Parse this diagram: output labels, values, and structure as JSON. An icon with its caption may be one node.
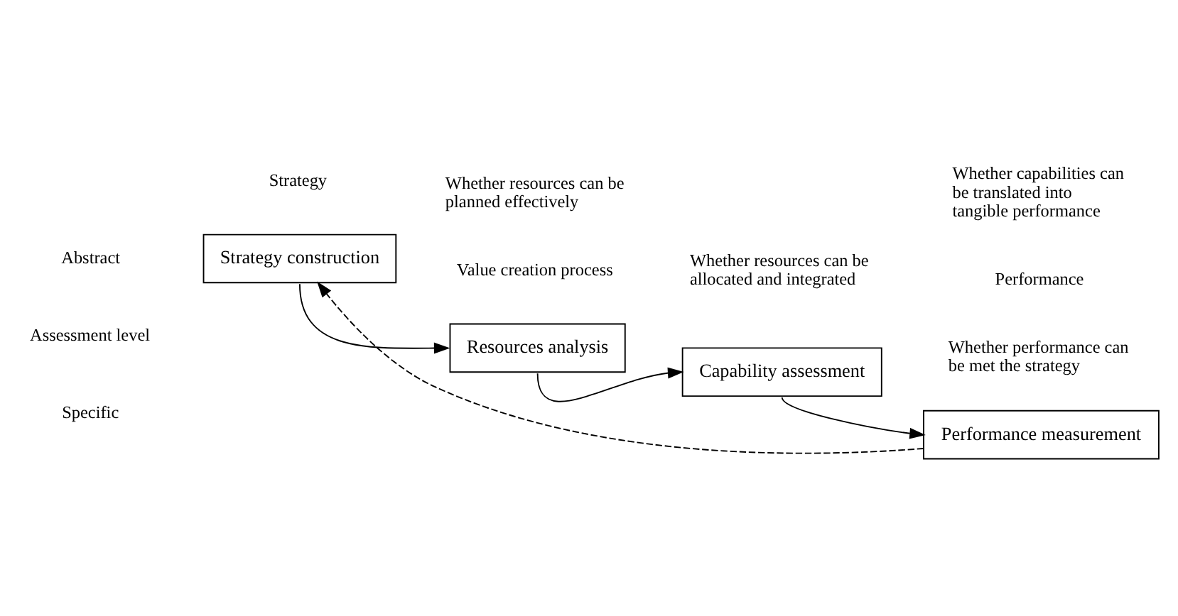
{
  "diagram": {
    "nodes": [
      {
        "text": [
          "Strategy construction"
        ]
      },
      {
        "text": [
          "Resources analysis"
        ]
      },
      {
        "text": [
          "Capability assessment"
        ]
      },
      {
        "text": [
          "Performance measurement"
        ]
      }
    ],
    "edges": [
      {
        "from": 0,
        "to": 1,
        "arrow": "to"
      },
      {
        "from": 1,
        "to": 2,
        "arrow": "to"
      },
      {
        "from": 2,
        "to": 3,
        "arrow": "to"
      },
      {
        "from": 3,
        "to": 0,
        "arrow": "to",
        "style": "dashed"
      }
    ],
    "labels": [
      "Abstract",
      "Assessment level",
      "Specific",
      "Whether performance can be met the strategy",
      "Whether resources can be planned effectively",
      "Whether resources can be allocated and integrated",
      "Whether capabilities can be translated into tangible performance",
      "Strategy",
      "Value creation process",
      "Performance"
    ]
  }
}
